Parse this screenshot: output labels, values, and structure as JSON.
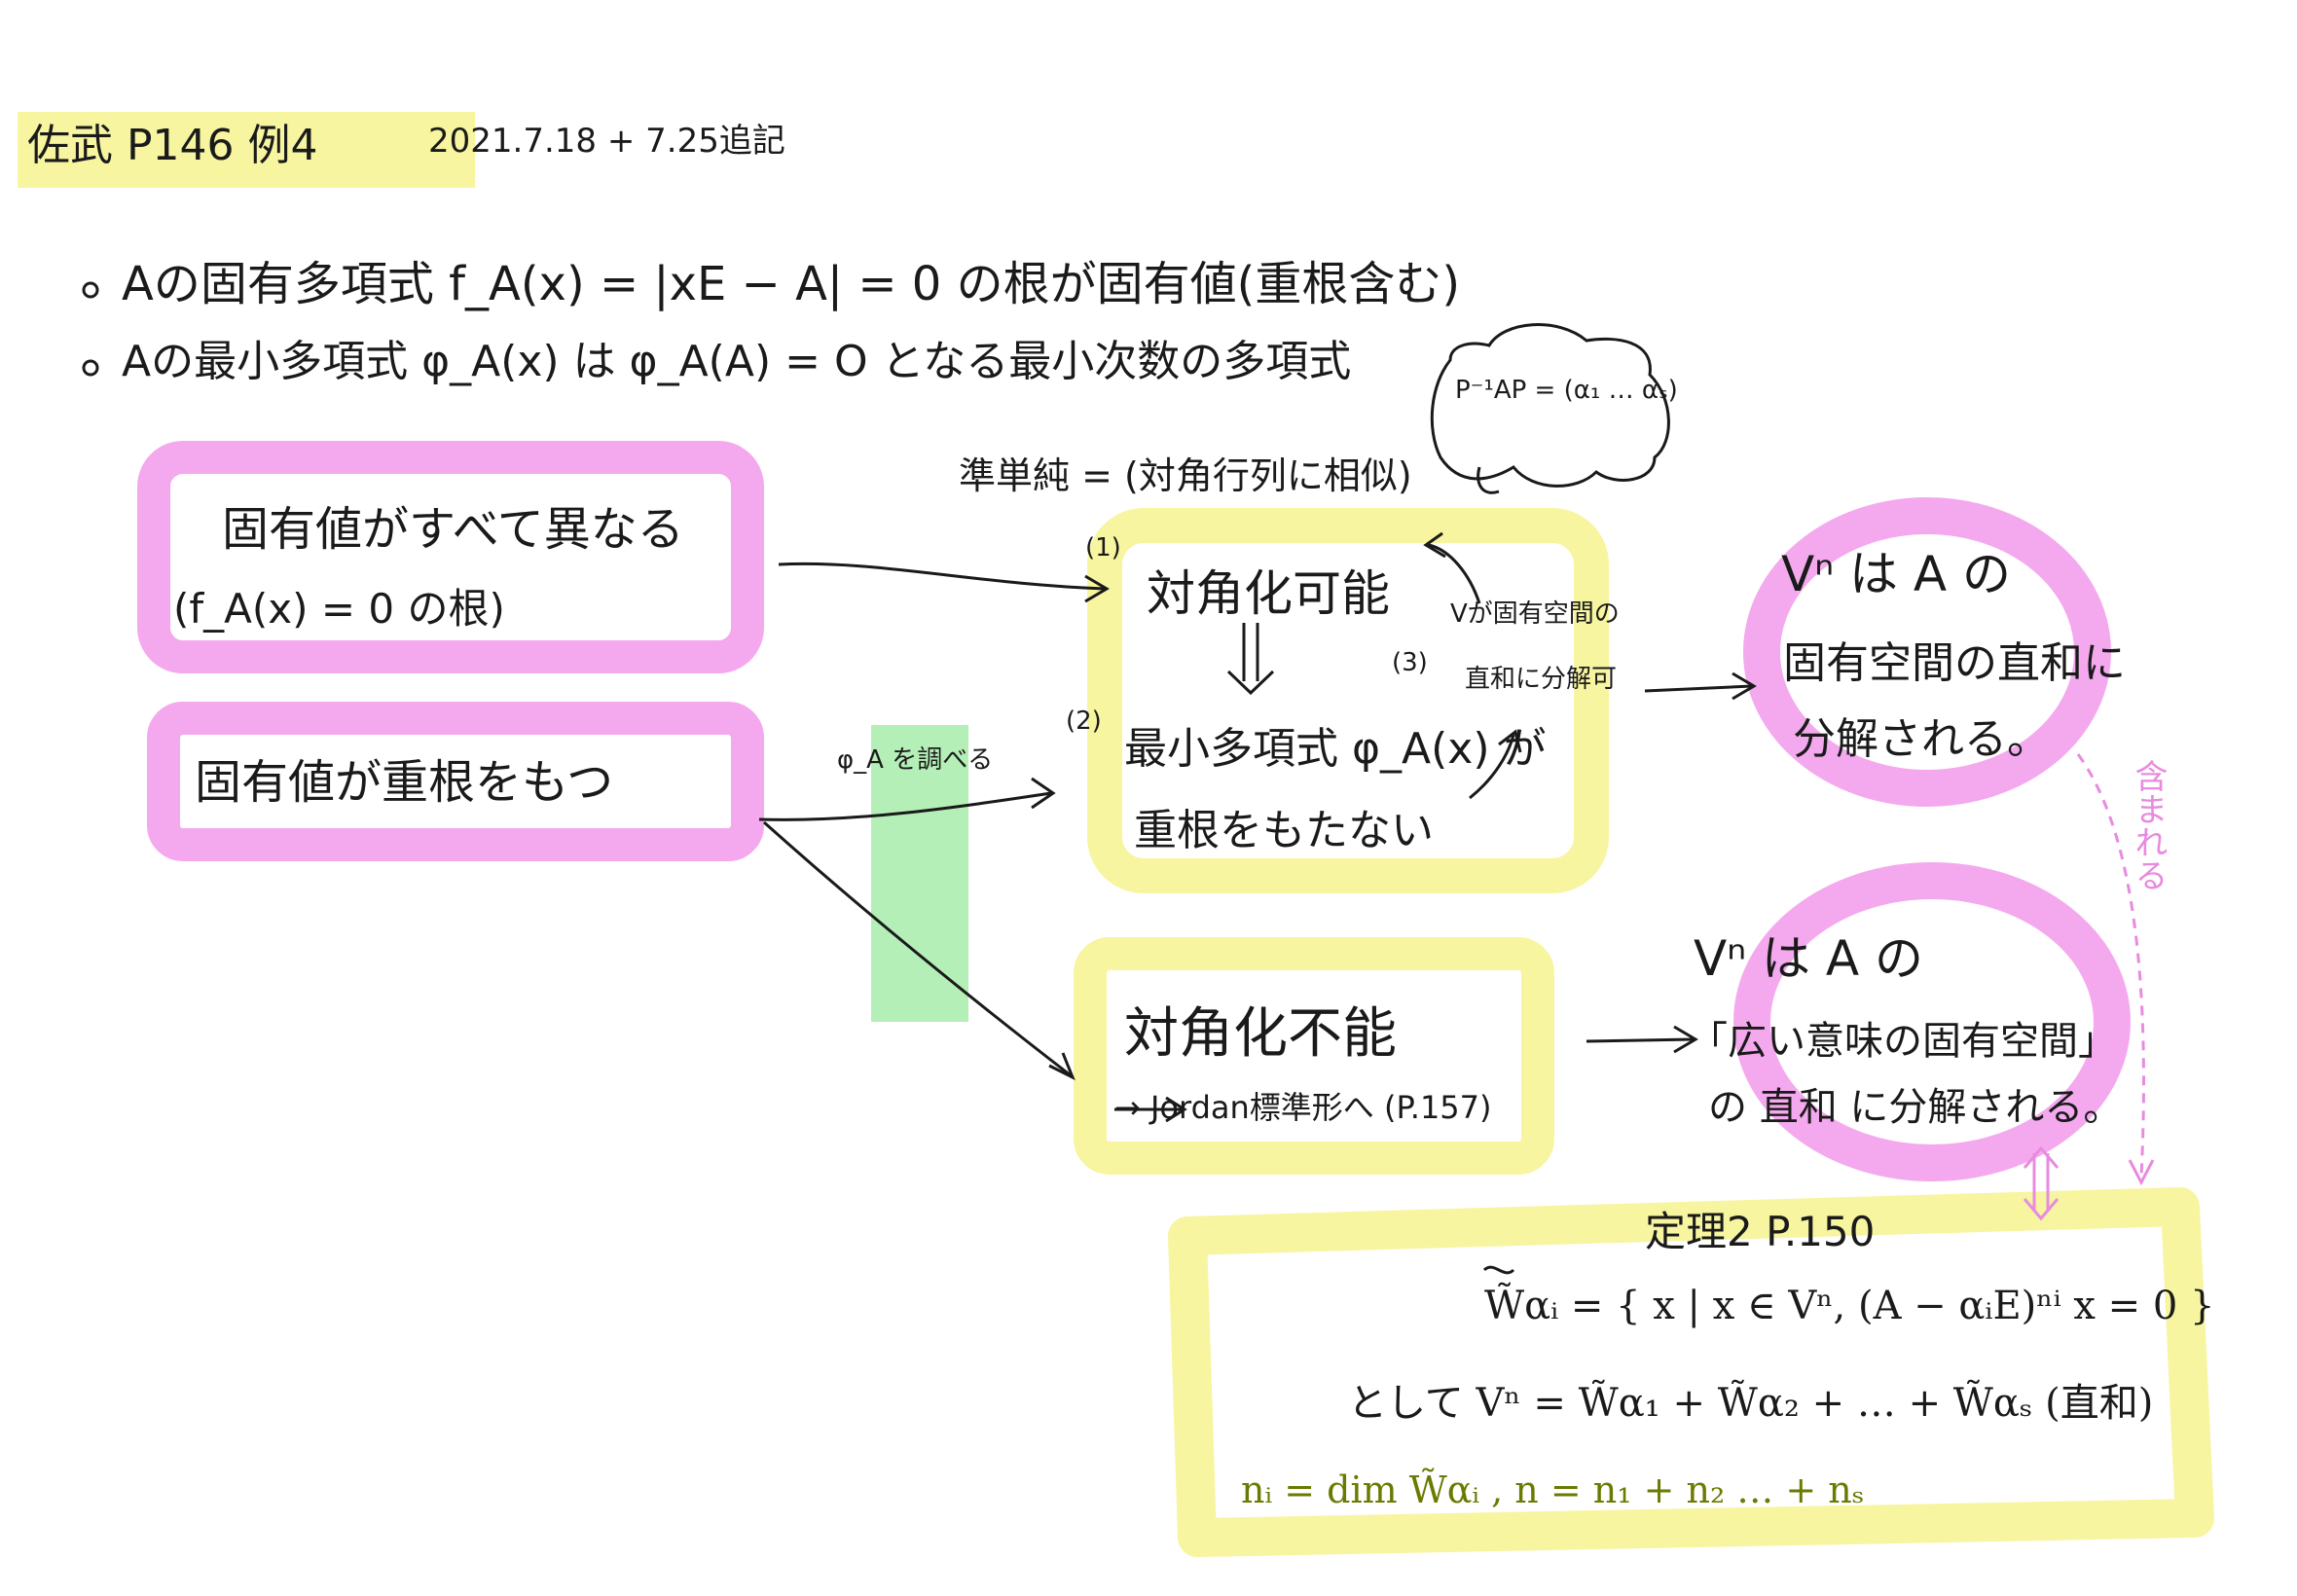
{
  "header": {
    "title": "佐武 P146  例4",
    "date": "2021.7.18 + 7.25追記"
  },
  "bullets": [
    "Aの固有多項式 f_A(x) = |xE − A| = 0 の根が固有値(重根含む)",
    "Aの最小多項式 φ_A(x) は φ_A(A) = O となる最小次数の多項式"
  ],
  "bubble": {
    "text": "P⁻¹AP = (α₁ … αₛ)"
  },
  "semisimple_label": "準単純 = (対角行列に相似)",
  "conditions": {
    "distinct": {
      "line1": "固有値がすべて異なる",
      "line2": "(f_A(x) = 0 の根)"
    },
    "repeated": {
      "line1": "固有値が重根をもつ"
    }
  },
  "check_phi": "φ_A を調べる",
  "diag_box": {
    "item1_num": "(1)",
    "item1": "対角化可能",
    "item2_num": "(2)",
    "item2_line1": "最小多項式 φ_A(x) が",
    "item2_line2": "重根をもたない",
    "item3_num": "(3)",
    "item3_line1": "Vが固有空間の",
    "item3_line2": "直和に分解可"
  },
  "nondiag_box": {
    "title": "対角化不能",
    "sub": "→ Jordan標準形へ (P.157)"
  },
  "result1": {
    "line1": "Vⁿ は A の",
    "line2": "固有空間の直和に",
    "line3": "分解される。"
  },
  "result2": {
    "line1": "Vⁿ は A の",
    "line2": "「広い意味の固有空間」",
    "line3": "の 直和 に分解される。"
  },
  "side_note": "含まれる",
  "theorem": {
    "title": "定理2 P.150",
    "def": "W̃αᵢ = { x | x ∈ Vⁿ, (A − αᵢE)ⁿⁱ x = 0 }",
    "sum": "として Vⁿ = W̃α₁ + W̃α₂ + … + W̃αₛ (直和)",
    "dims": "nᵢ = dim W̃αᵢ ,  n = n₁ + n₂ … + nₛ"
  },
  "colors": {
    "pink": "#f4a9ee",
    "yellow": "#f7f5a0",
    "green": "#a8ecac",
    "ink": "#1a1a1a",
    "pink_ink": "#e88be0",
    "olive_ink": "#6b7a00"
  }
}
